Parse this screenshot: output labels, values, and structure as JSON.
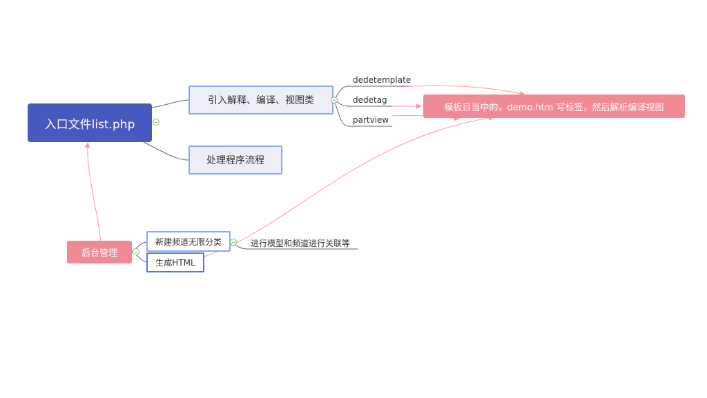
{
  "root": {
    "label": "入口文件list.php"
  },
  "topics": {
    "parse": "引入解释、编译、视图类",
    "flow": "处理程序流程"
  },
  "parse_children": {
    "dedetemplate": "dedetemplate",
    "dedetag": "dedetag",
    "partview": "partview"
  },
  "note": "模板目当中的，demo.htm 写标签，然后解析编译视图",
  "admin": {
    "label": "后台管理",
    "new_channel": "新建频道无限分类",
    "link_note": "进行模型和频道进行关联等",
    "gen_html": "生成HTML"
  },
  "colors": {
    "root": "#4559bf",
    "topic_border": "#88aaee",
    "topic_fill": "#eeeef6",
    "pink": "#f08a94",
    "connector": "#666666",
    "relation": "#f49aa2",
    "toggle": "#7cba5e"
  }
}
